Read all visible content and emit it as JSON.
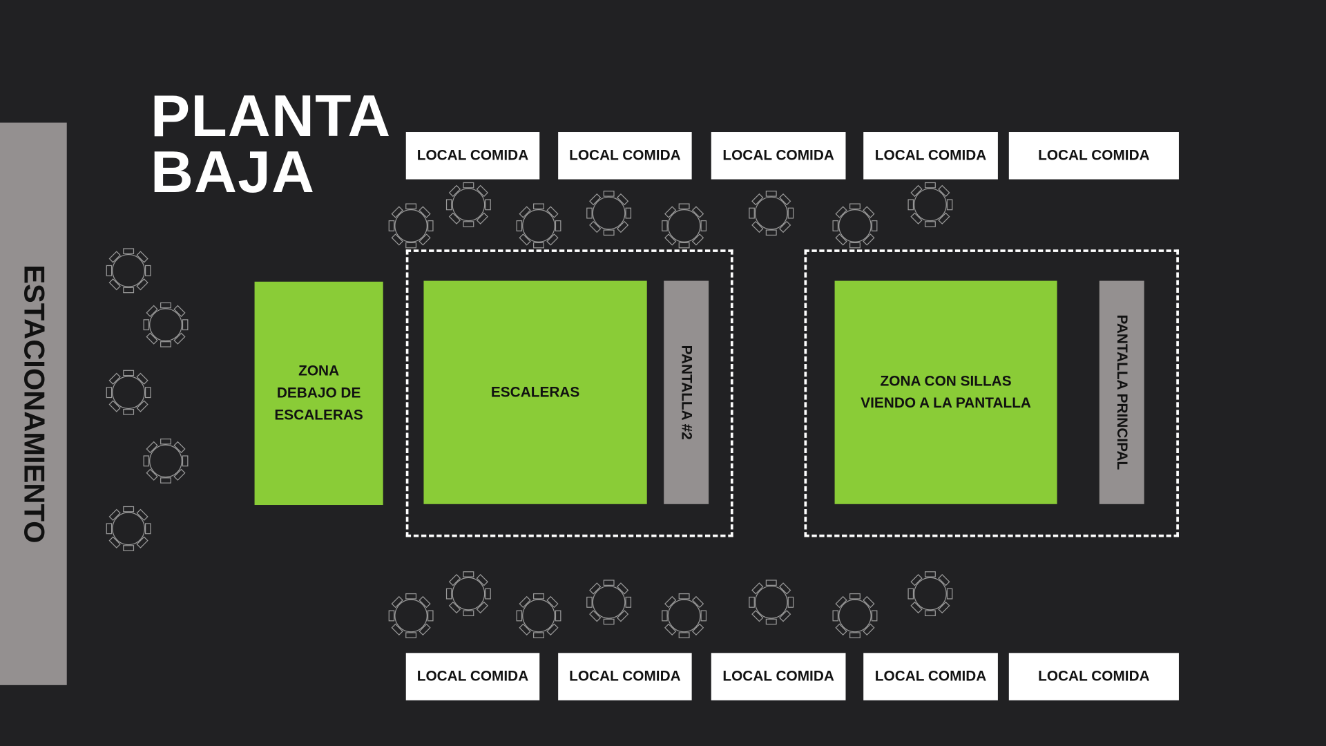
{
  "title": [
    "PLANTA",
    "BAJA"
  ],
  "parking": "ESTACIONAMIENTO",
  "top_locals": [
    "LOCAL COMIDA",
    "LOCAL COMIDA",
    "LOCAL COMIDA",
    "LOCAL COMIDA",
    "LOCAL COMIDA"
  ],
  "bottom_locals": [
    "LOCAL COMIDA",
    "LOCAL COMIDA",
    "LOCAL COMIDA",
    "LOCAL COMIDA",
    "LOCAL COMIDA"
  ],
  "zone_under_stairs": [
    "ZONA",
    "DEBAJO DE",
    "ESCALERAS"
  ],
  "stairs": "ESCALERAS",
  "screen2": "PANTALLA #2",
  "seating_zone": [
    "ZONA CON SILLAS",
    "VIENDO A LA PANTALLA"
  ],
  "main_screen": "PANTALLA PRINCIPAL",
  "colors": {
    "background": "#212123",
    "green": "#8acc37",
    "gray": "#949090"
  }
}
